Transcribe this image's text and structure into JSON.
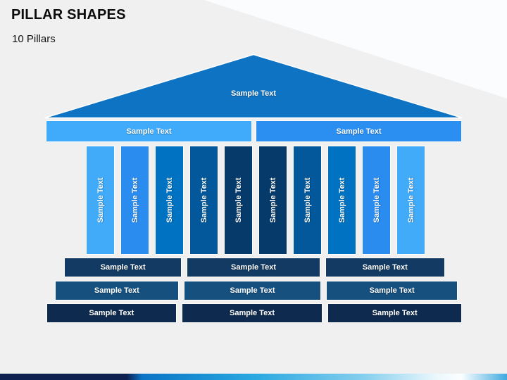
{
  "slide": {
    "title": "PILLAR SHAPES",
    "subtitle": "10 Pillars"
  },
  "pediment": {
    "label": "Sample Text",
    "color": "#0F73C4"
  },
  "entablature": [
    {
      "side": "left",
      "label": "Sample Text",
      "color": "#40ABFA"
    },
    {
      "side": "right",
      "label": "Sample Text",
      "color": "#2B8FF2"
    }
  ],
  "pillars": [
    {
      "label": "Sample Text",
      "color": "#41AAF9"
    },
    {
      "label": "Sample Text",
      "color": "#2B8CF0"
    },
    {
      "label": "Sample Text",
      "color": "#0072C2"
    },
    {
      "label": "Sample Text",
      "color": "#02589A"
    },
    {
      "label": "Sample Text",
      "color": "#063A6B"
    },
    {
      "label": "Sample Text",
      "color": "#063A6B"
    },
    {
      "label": "Sample Text",
      "color": "#02589A"
    },
    {
      "label": "Sample Text",
      "color": "#0072C2"
    },
    {
      "label": "Sample Text",
      "color": "#2B8CF0"
    },
    {
      "label": "Sample Text",
      "color": "#41AAF9"
    }
  ],
  "base_rows": [
    {
      "color": "#123A62",
      "blocks": [
        {
          "label": "Sample Text"
        },
        {
          "label": "Sample Text"
        },
        {
          "label": "Sample Text"
        }
      ]
    },
    {
      "color": "#15507F",
      "blocks": [
        {
          "label": "Sample Text"
        },
        {
          "label": "Sample Text"
        },
        {
          "label": "Sample Text"
        }
      ]
    },
    {
      "color": "#0E2A4E",
      "blocks": [
        {
          "label": "Sample Text"
        },
        {
          "label": "Sample Text"
        },
        {
          "label": "Sample Text"
        }
      ]
    }
  ],
  "colors": {
    "background": "#F0F0F1",
    "pediment": "#0F73C4",
    "bar_left": "#40ABFA",
    "bar_right": "#2B8FF2",
    "base_row_1": "#123A62",
    "base_row_2": "#15507F",
    "base_row_3": "#0E2A4E",
    "footer_navy": "#0D2050",
    "footer_blue": "#0A74C6",
    "footer_cyan": "#2AA8E0",
    "footer_light": "#FBFEFF"
  }
}
